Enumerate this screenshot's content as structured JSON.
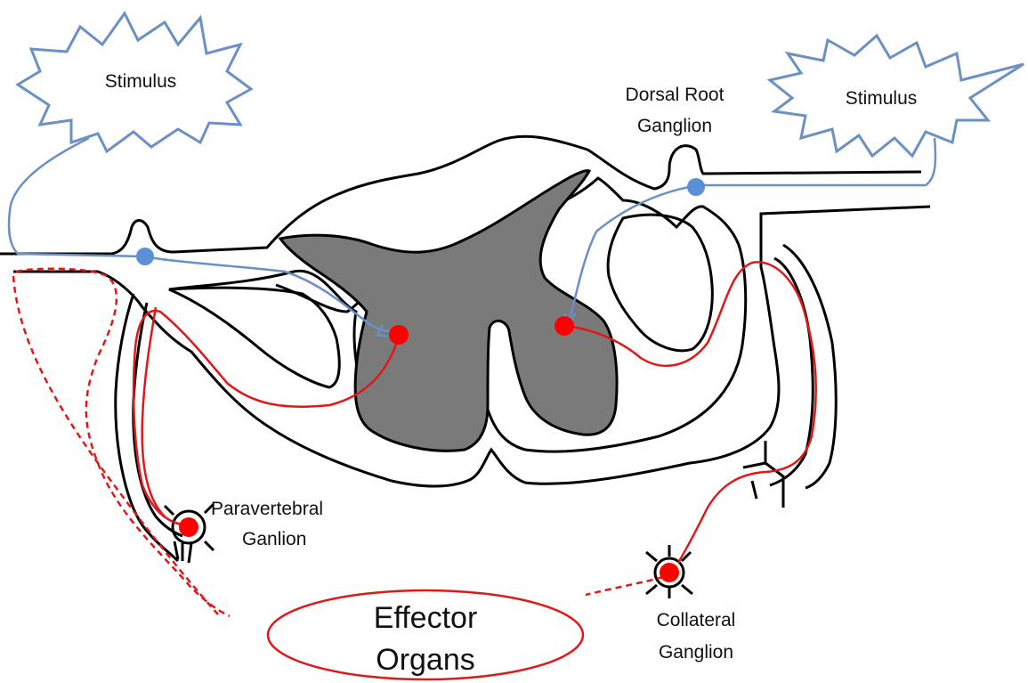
{
  "labels": {
    "stimulus_left": "Stimulus",
    "stimulus_right": "Stimulus",
    "drg_line1": "Dorsal Root",
    "drg_line2": "Ganglion",
    "paravertebral_line1": "Paravertebral",
    "paravertebral_line2": "Ganlion",
    "collateral_line1": "Collateral",
    "collateral_line2": "Ganglion",
    "effector_line1": "Effector",
    "effector_line2": "Organs"
  },
  "colors": {
    "outline": "#000000",
    "gray_matter": "#7a7a7a",
    "sensory": "#6a90c4",
    "motor": "#e01818",
    "cell_body": "#ff0000",
    "sensory_cell": "#5b8fd6"
  }
}
